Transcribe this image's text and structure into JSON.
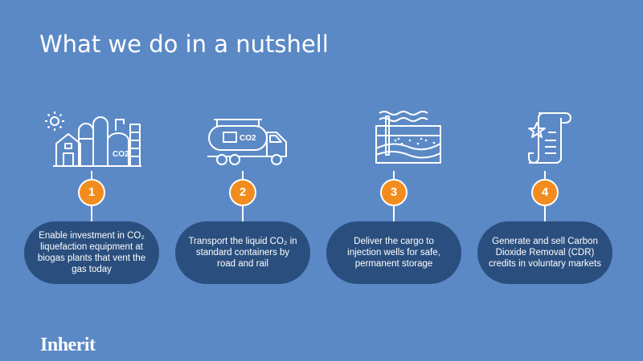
{
  "slide": {
    "title": "What we do in a nutshell",
    "logo_text": "Inherit"
  },
  "steps": [
    {
      "number": "1",
      "icon": "biogas-plant-icon",
      "co2_label": "CO2",
      "text": "Enable investment in CO₂ liquefaction equipment at biogas plants that vent the gas today"
    },
    {
      "number": "2",
      "icon": "co2-tanker-truck-icon",
      "co2_label": "CO2",
      "text": "Transport the liquid CO₂ in standard containers by road and rail"
    },
    {
      "number": "3",
      "icon": "injection-well-icon",
      "text": "Deliver the cargo to injection wells for safe, permanent storage"
    },
    {
      "number": "4",
      "icon": "certificate-scroll-icon",
      "text": "Generate and sell Carbon Dioxide Removal (CDR) credits in voluntary markets"
    }
  ],
  "colors": {
    "background": "#5b89c6",
    "pill": "#2a4f7e",
    "accent": "#f28c1e",
    "text": "#ffffff"
  }
}
